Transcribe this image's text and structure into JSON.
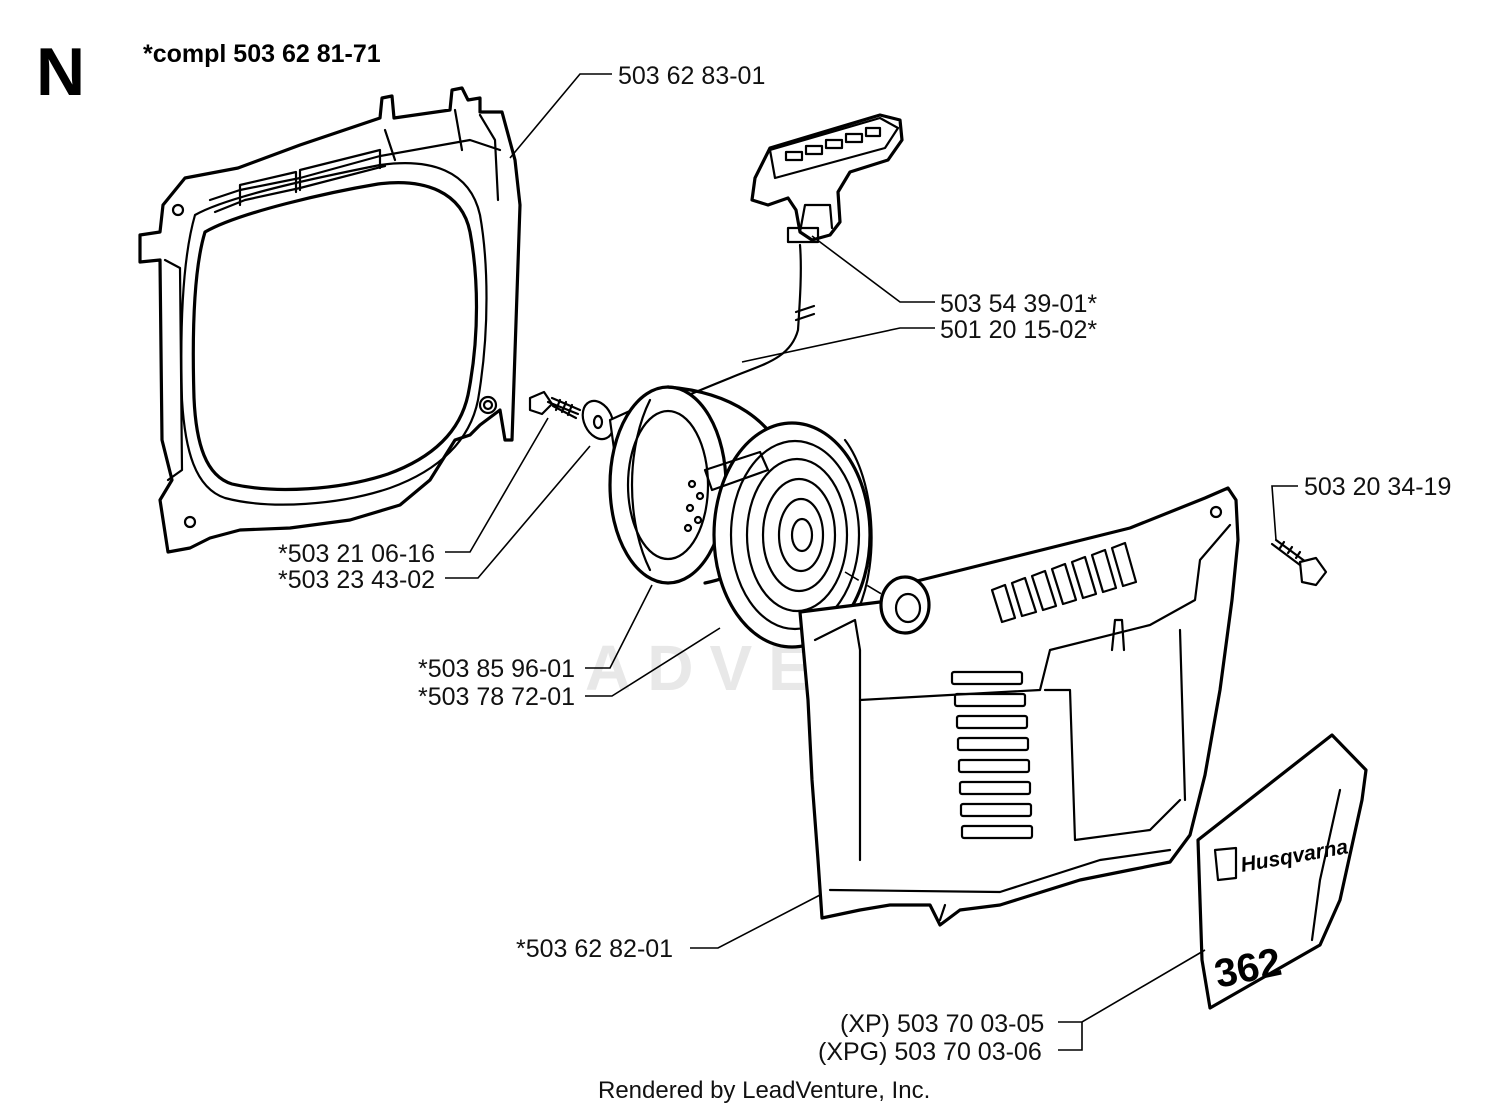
{
  "section_letter": "N",
  "assembly": "*compl 503 62 81-71",
  "watermark": "ADVENTURE",
  "credit": "Rendered by LeadVenture, Inc.",
  "decal": {
    "brand": "Husqvarna",
    "model": "362"
  },
  "labels": {
    "p1": "503 62 83-01",
    "p2": "503 54 39-01*",
    "p3": "501 20 15-02*",
    "p4": "503 20 34-19",
    "p5": "*503 21 06-16",
    "p6": "*503 23 43-02",
    "p7": "*503 85 96-01",
    "p8": "*503 78 72-01",
    "p9": "*503 62 82-01",
    "p10": "(XP) 503 70 03-05",
    "p11": "(XPG) 503 70 03-06"
  }
}
